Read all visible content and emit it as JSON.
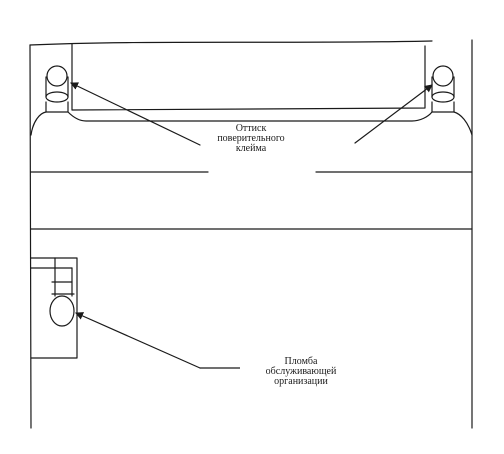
{
  "annotations": {
    "imprint_label": [
      "Оттиск",
      "поверительного",
      "клейма"
    ],
    "seal_label": [
      "Пломба",
      "обслуживающей",
      "организации"
    ]
  },
  "colors": {
    "line": "#1a1a1a",
    "background": "#ffffff"
  }
}
